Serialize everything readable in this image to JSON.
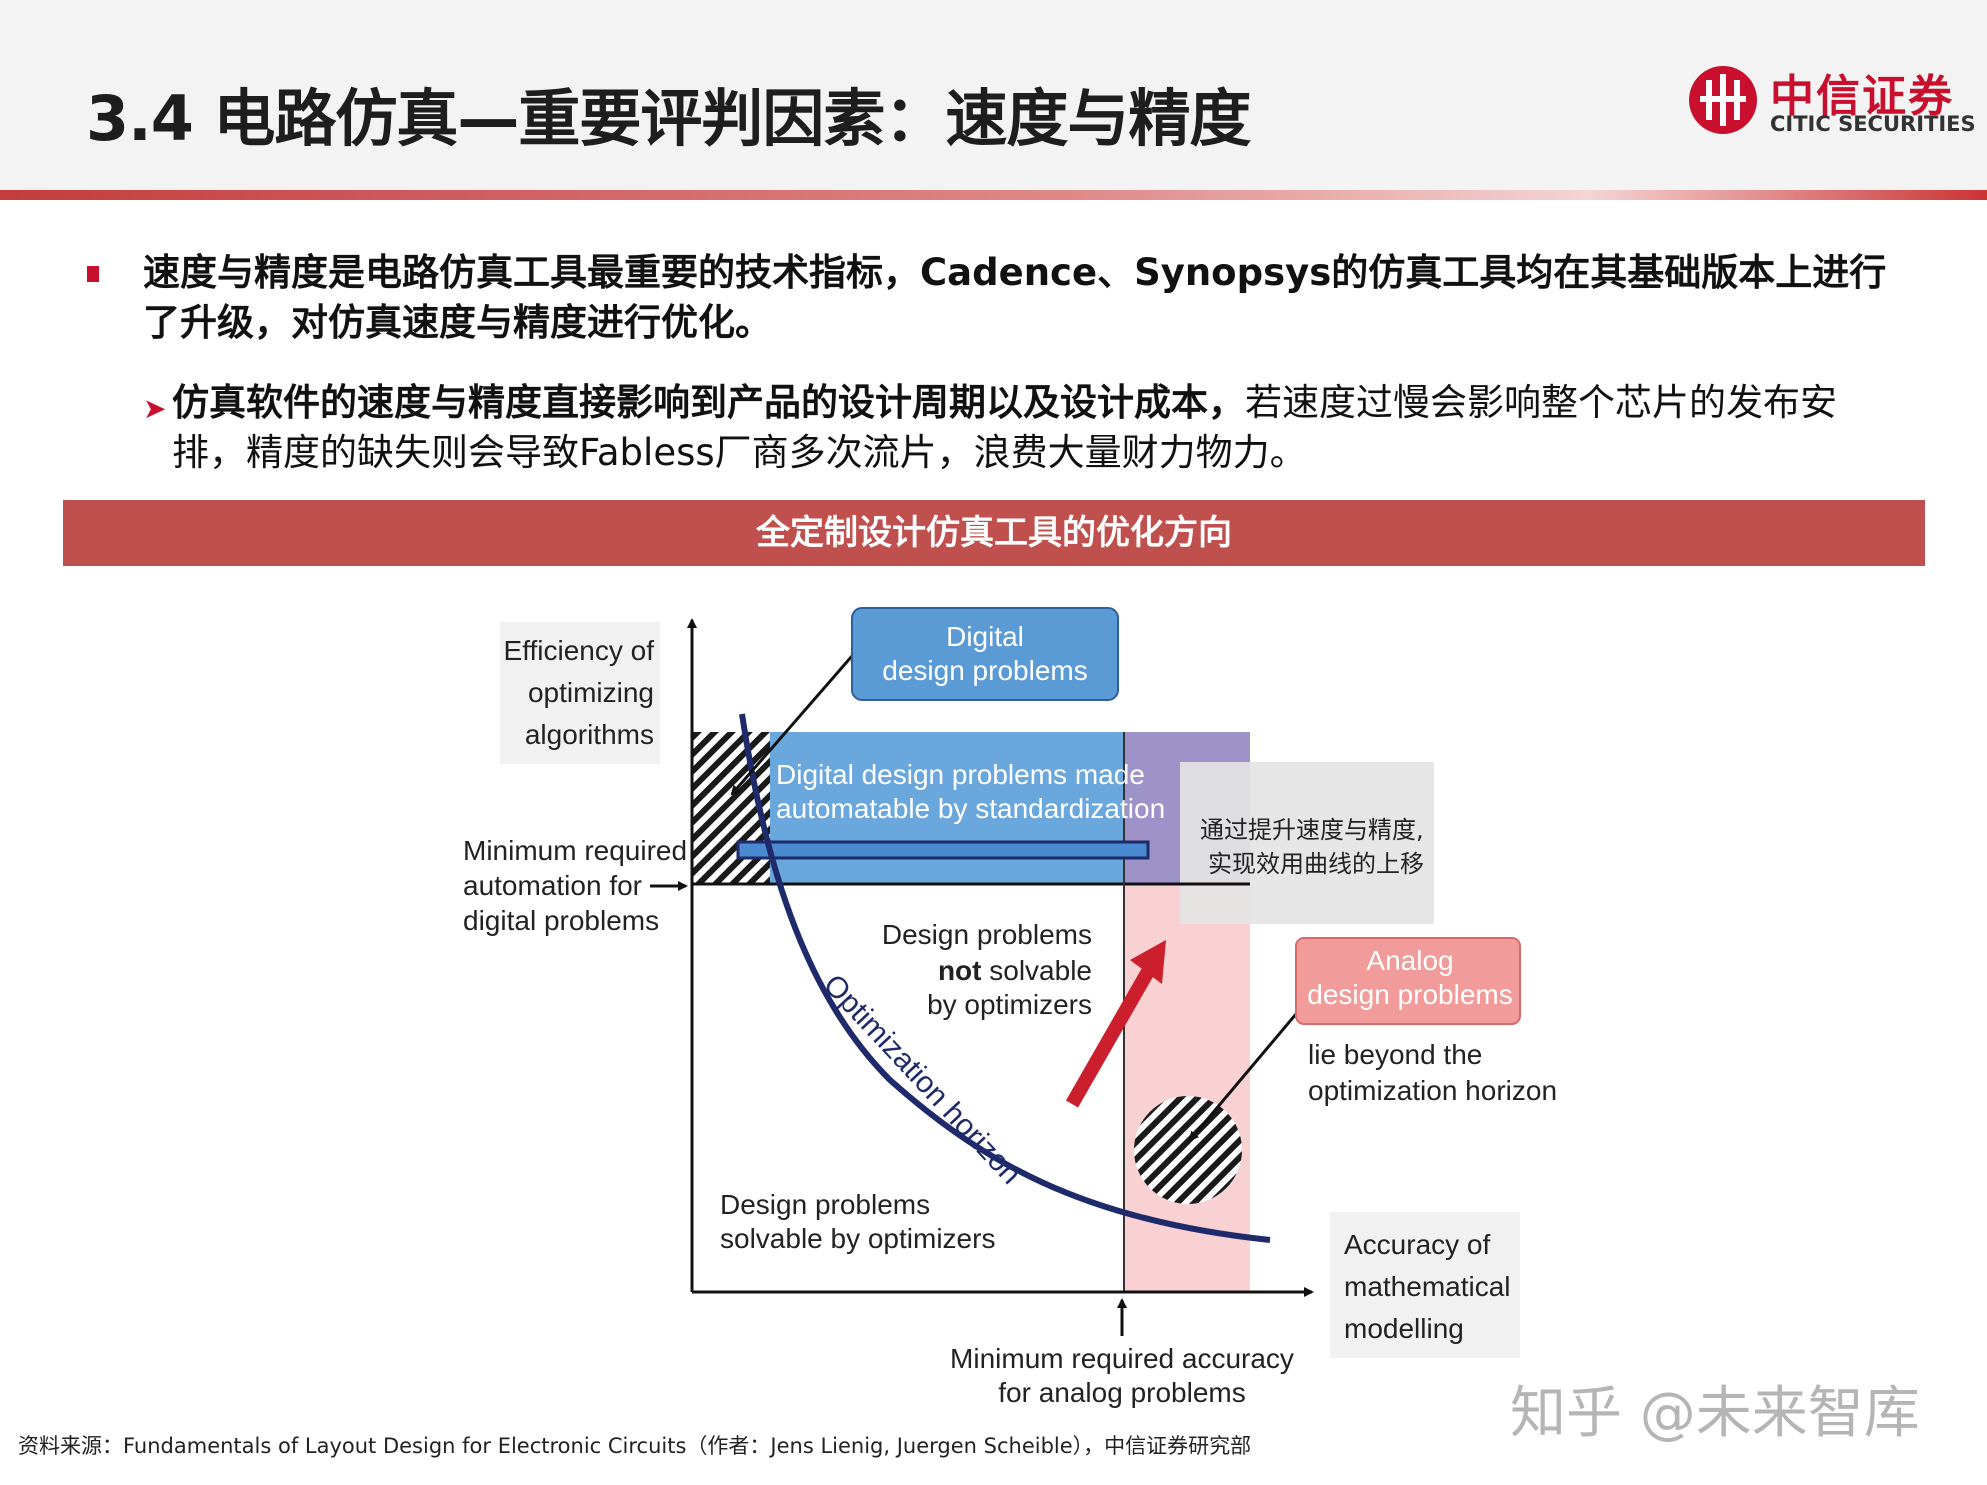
{
  "header": {
    "title": "3.4 电路仿真—重要评判因素：速度与精度",
    "logo_cn": "中信证券",
    "logo_en": "CITIC SECURITIES"
  },
  "bullets": {
    "main": "速度与精度是电路仿真工具最重要的技术指标，Cadence、Synopsys的仿真工具均在其基础版本上进行了升级，对仿真速度与精度进行优化。",
    "sub_bold": "仿真软件的速度与精度直接影响到产品的设计周期以及设计成本，",
    "sub_rest": "若速度过慢会影响整个芯片的发布安排，精度的缺失则会导致Fabless厂商多次流片，浪费大量财力物力。"
  },
  "banner": {
    "title": "全定制设计仿真工具的优化方向"
  },
  "diagram": {
    "y_axis_label": [
      "Efficiency of",
      "optimizing",
      "algorithms"
    ],
    "x_axis_label": [
      "Accuracy of",
      "mathematical",
      "modelling"
    ],
    "min_automation_label": [
      "Minimum required",
      "automation for",
      "digital problems"
    ],
    "min_accuracy_label": [
      "Minimum required accuracy",
      "for analog problems"
    ],
    "digital_box": [
      "Digital",
      "design problems"
    ],
    "digital_region": [
      "Digital design problems made",
      "automatable by standardization"
    ],
    "speed_note": [
      "通过提升速度与精度,",
      "实现效用曲线的上移"
    ],
    "not_solvable": {
      "line1": "Design problems",
      "line2_bold": "not",
      "line2_rest": " solvable",
      "line3": "by optimizers"
    },
    "curve_label": "Optimization horizon",
    "analog_box": [
      "Analog",
      "design problems"
    ],
    "analog_note": [
      "lie beyond the",
      "optimization horizon"
    ],
    "solvable": [
      "Design problems",
      "solvable by optimizers"
    ],
    "colors": {
      "digital_blue": "#5b9bd5",
      "analog_pink": "#f4a6a6",
      "curve_navy": "#1f2a6b",
      "arrow_red": "#cc1f2e",
      "banner_red": "#c0504d"
    }
  },
  "footer": {
    "source": "资料来源：Fundamentals of Layout Design for Electronic Circuits（作者：Jens Lienig, Juergen Scheible），中信证券研究部",
    "watermark": "知乎 @未来智库"
  }
}
